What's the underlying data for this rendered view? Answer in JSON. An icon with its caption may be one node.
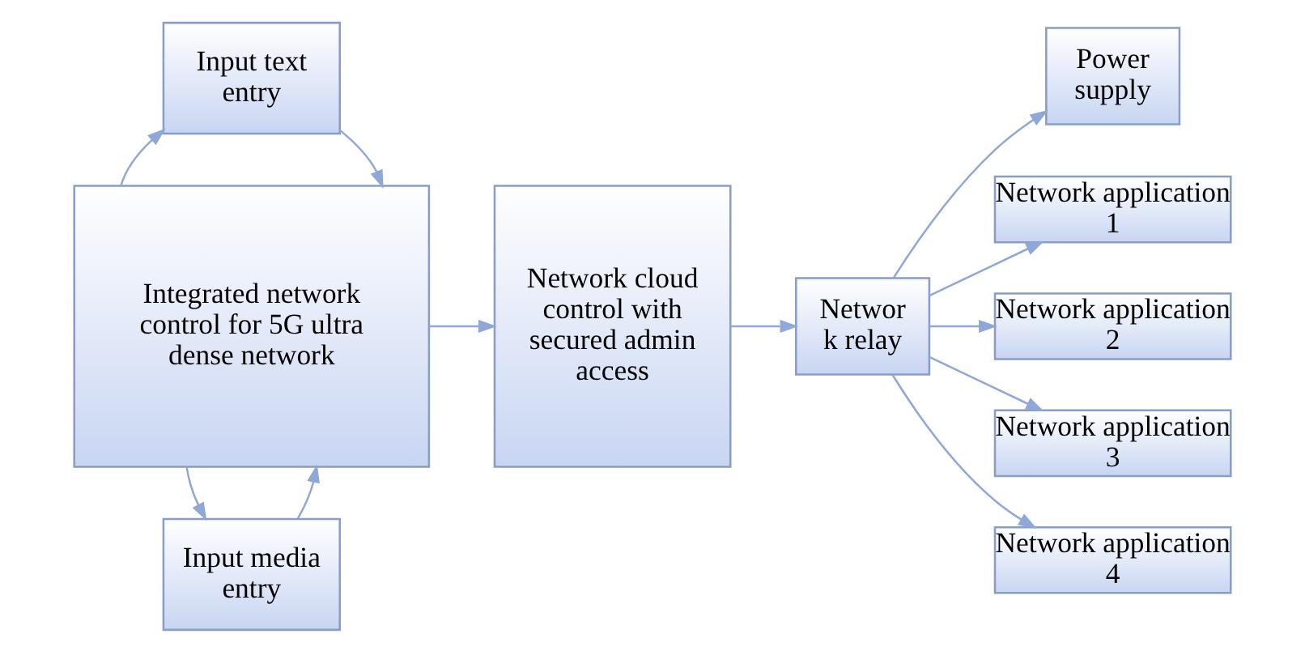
{
  "diagram": {
    "nodes": [
      {
        "text": [
          "Integrated network control for 5G ultra dense network"
        ]
      },
      {
        "text": [
          "Network cloud control with secured admin access"
        ]
      },
      {
        "text": [
          "Networ k relay"
        ]
      },
      {
        "text": [
          "Power supply"
        ]
      },
      {
        "text": [
          "Network application 1"
        ]
      },
      {
        "text": [
          "Network application 2"
        ]
      },
      {
        "text": [
          "Network application 3"
        ]
      },
      {
        "text": [
          "Network application 4"
        ]
      },
      {
        "text": [
          "Input media entry"
        ]
      },
      {
        "text": [
          "Input text entry"
        ]
      }
    ],
    "edges": [
      {
        "from": 0,
        "to": 1,
        "arrow": "to"
      },
      {
        "from": 1,
        "to": 2,
        "arrow": "to"
      },
      {
        "from": 2,
        "to": 3,
        "arrow": "to"
      },
      {
        "from": 2,
        "to": 4,
        "arrow": "to"
      },
      {
        "from": 2,
        "to": 5,
        "arrow": "to"
      },
      {
        "from": 2,
        "to": 6,
        "arrow": "to"
      },
      {
        "from": 2,
        "to": 7,
        "arrow": "to"
      },
      {
        "from": 8,
        "to": 0,
        "arrow": "to"
      },
      {
        "from": 0,
        "to": 8,
        "arrow": "to"
      },
      {
        "from": 9,
        "to": 0,
        "arrow": "to"
      },
      {
        "from": 0,
        "to": 9,
        "arrow": "to"
      }
    ]
  }
}
